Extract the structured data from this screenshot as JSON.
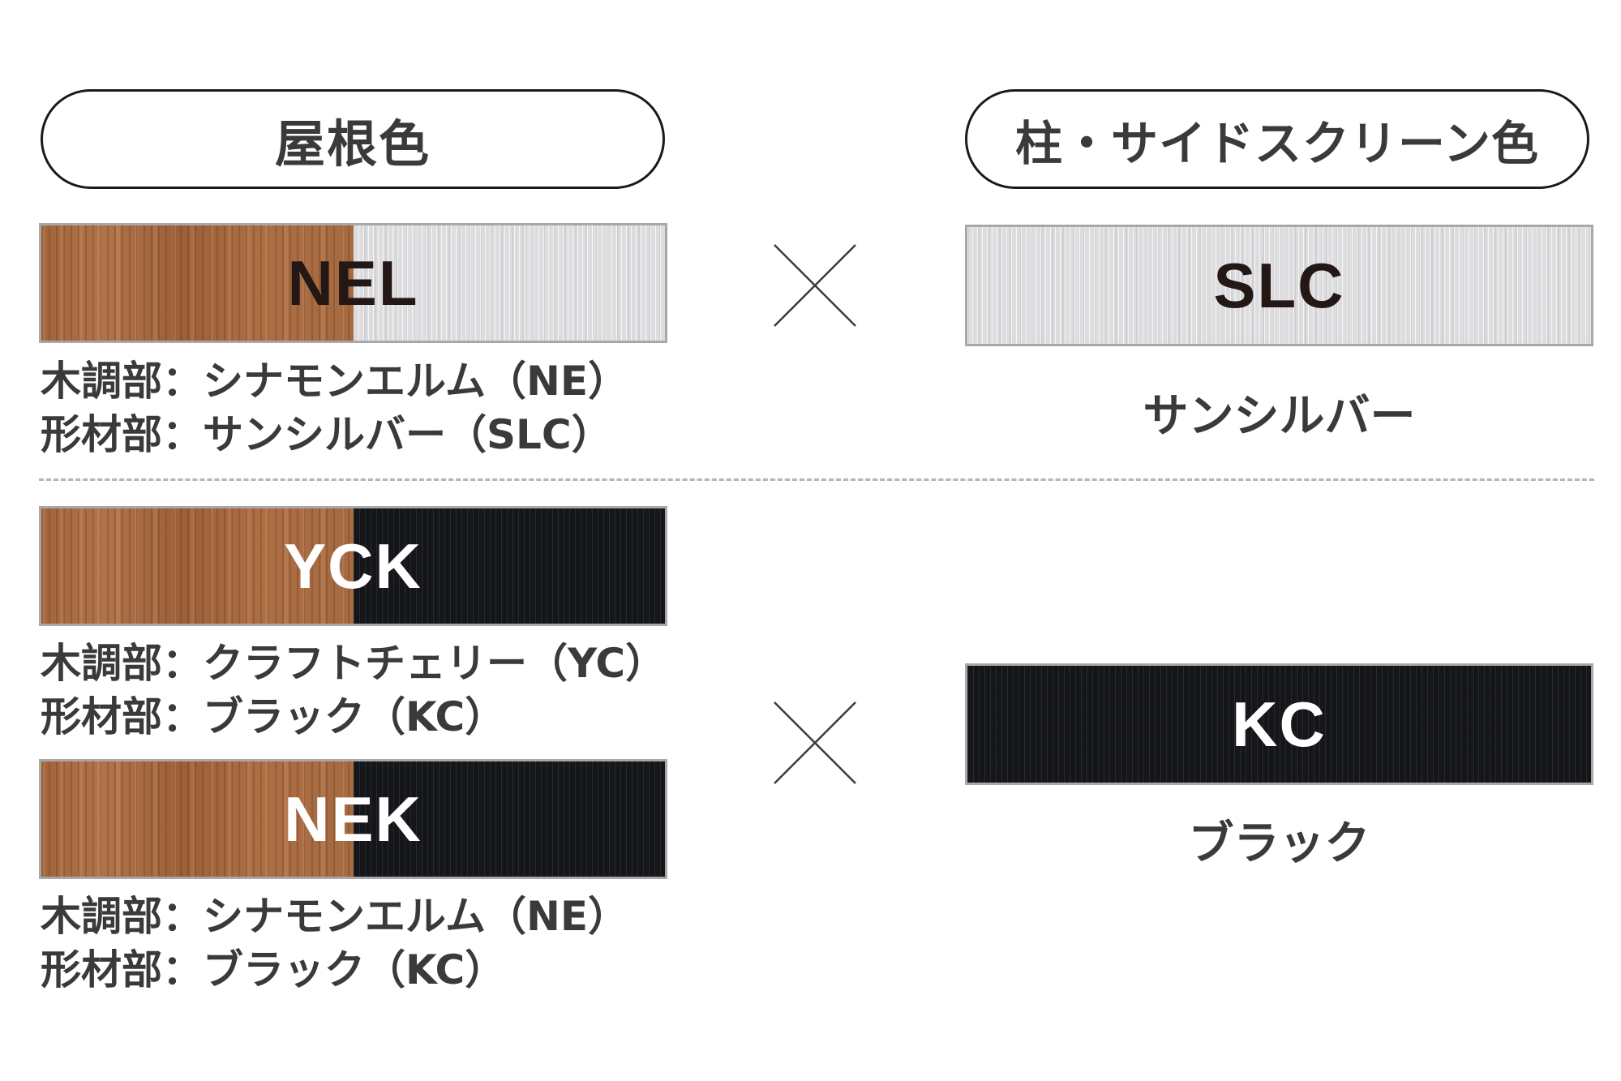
{
  "headers": {
    "roof": "屋根色",
    "post": "柱・サイドスクリーン色"
  },
  "roof_options": [
    {
      "code": "NEL",
      "wood_line": "木調部：シナモンエルム（NE）",
      "frame_line": "形材部：サンシルバー（SLC）",
      "frame_color": "silver"
    },
    {
      "code": "YCK",
      "wood_line": "木調部：クラフトチェリー（YC）",
      "frame_line": "形材部：ブラック（KC）",
      "frame_color": "black"
    },
    {
      "code": "NEK",
      "wood_line": "木調部：シナモンエルム（NE）",
      "frame_line": "形材部：ブラック（KC）",
      "frame_color": "black"
    }
  ],
  "post_options": [
    {
      "code": "SLC",
      "name": "サンシルバー",
      "color": "#dddde0"
    },
    {
      "code": "KC",
      "name": "ブラック",
      "color": "#15161a"
    }
  ],
  "colors": {
    "wood": "#a56a40",
    "silver": "#dddde0",
    "black": "#15161a",
    "divider": "#b5b5b5"
  },
  "icons": {
    "combine": "times-icon"
  }
}
